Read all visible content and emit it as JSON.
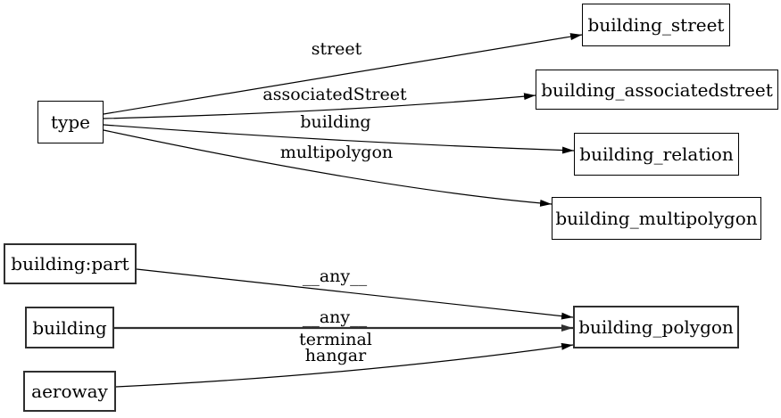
{
  "colors": {
    "background": "#ffffff",
    "stroke": "#000000",
    "bold-stroke": "#2f2f2f",
    "text": "#000000"
  },
  "graph": {
    "type": "directed-graph",
    "nodes": [
      {
        "id": "type",
        "label": "type",
        "emphasis": "normal"
      },
      {
        "id": "building_street",
        "label": "building_street",
        "emphasis": "normal"
      },
      {
        "id": "building_associatedstreet",
        "label": "building_associatedstreet",
        "emphasis": "normal"
      },
      {
        "id": "building_relation",
        "label": "building_relation",
        "emphasis": "normal"
      },
      {
        "id": "building_multipolygon",
        "label": "building_multipolygon",
        "emphasis": "normal"
      },
      {
        "id": "building:part",
        "label": "building:part",
        "emphasis": "bold"
      },
      {
        "id": "building",
        "label": "building",
        "emphasis": "bold"
      },
      {
        "id": "aeroway",
        "label": "aeroway",
        "emphasis": "bold"
      },
      {
        "id": "building_polygon",
        "label": "building_polygon",
        "emphasis": "bold"
      }
    ],
    "edges": [
      {
        "from": "type",
        "to": "building_street",
        "label": "street"
      },
      {
        "from": "type",
        "to": "building_associatedstreet",
        "label": "associatedStreet"
      },
      {
        "from": "type",
        "to": "building_relation",
        "label": "building"
      },
      {
        "from": "type",
        "to": "building_multipolygon",
        "label": "multipolygon"
      },
      {
        "from": "building:part",
        "to": "building_polygon",
        "label": "__any__"
      },
      {
        "from": "building",
        "to": "building_polygon",
        "label": "__any__"
      },
      {
        "from": "aeroway",
        "to": "building_polygon",
        "label": "terminal\nhangar"
      }
    ]
  }
}
